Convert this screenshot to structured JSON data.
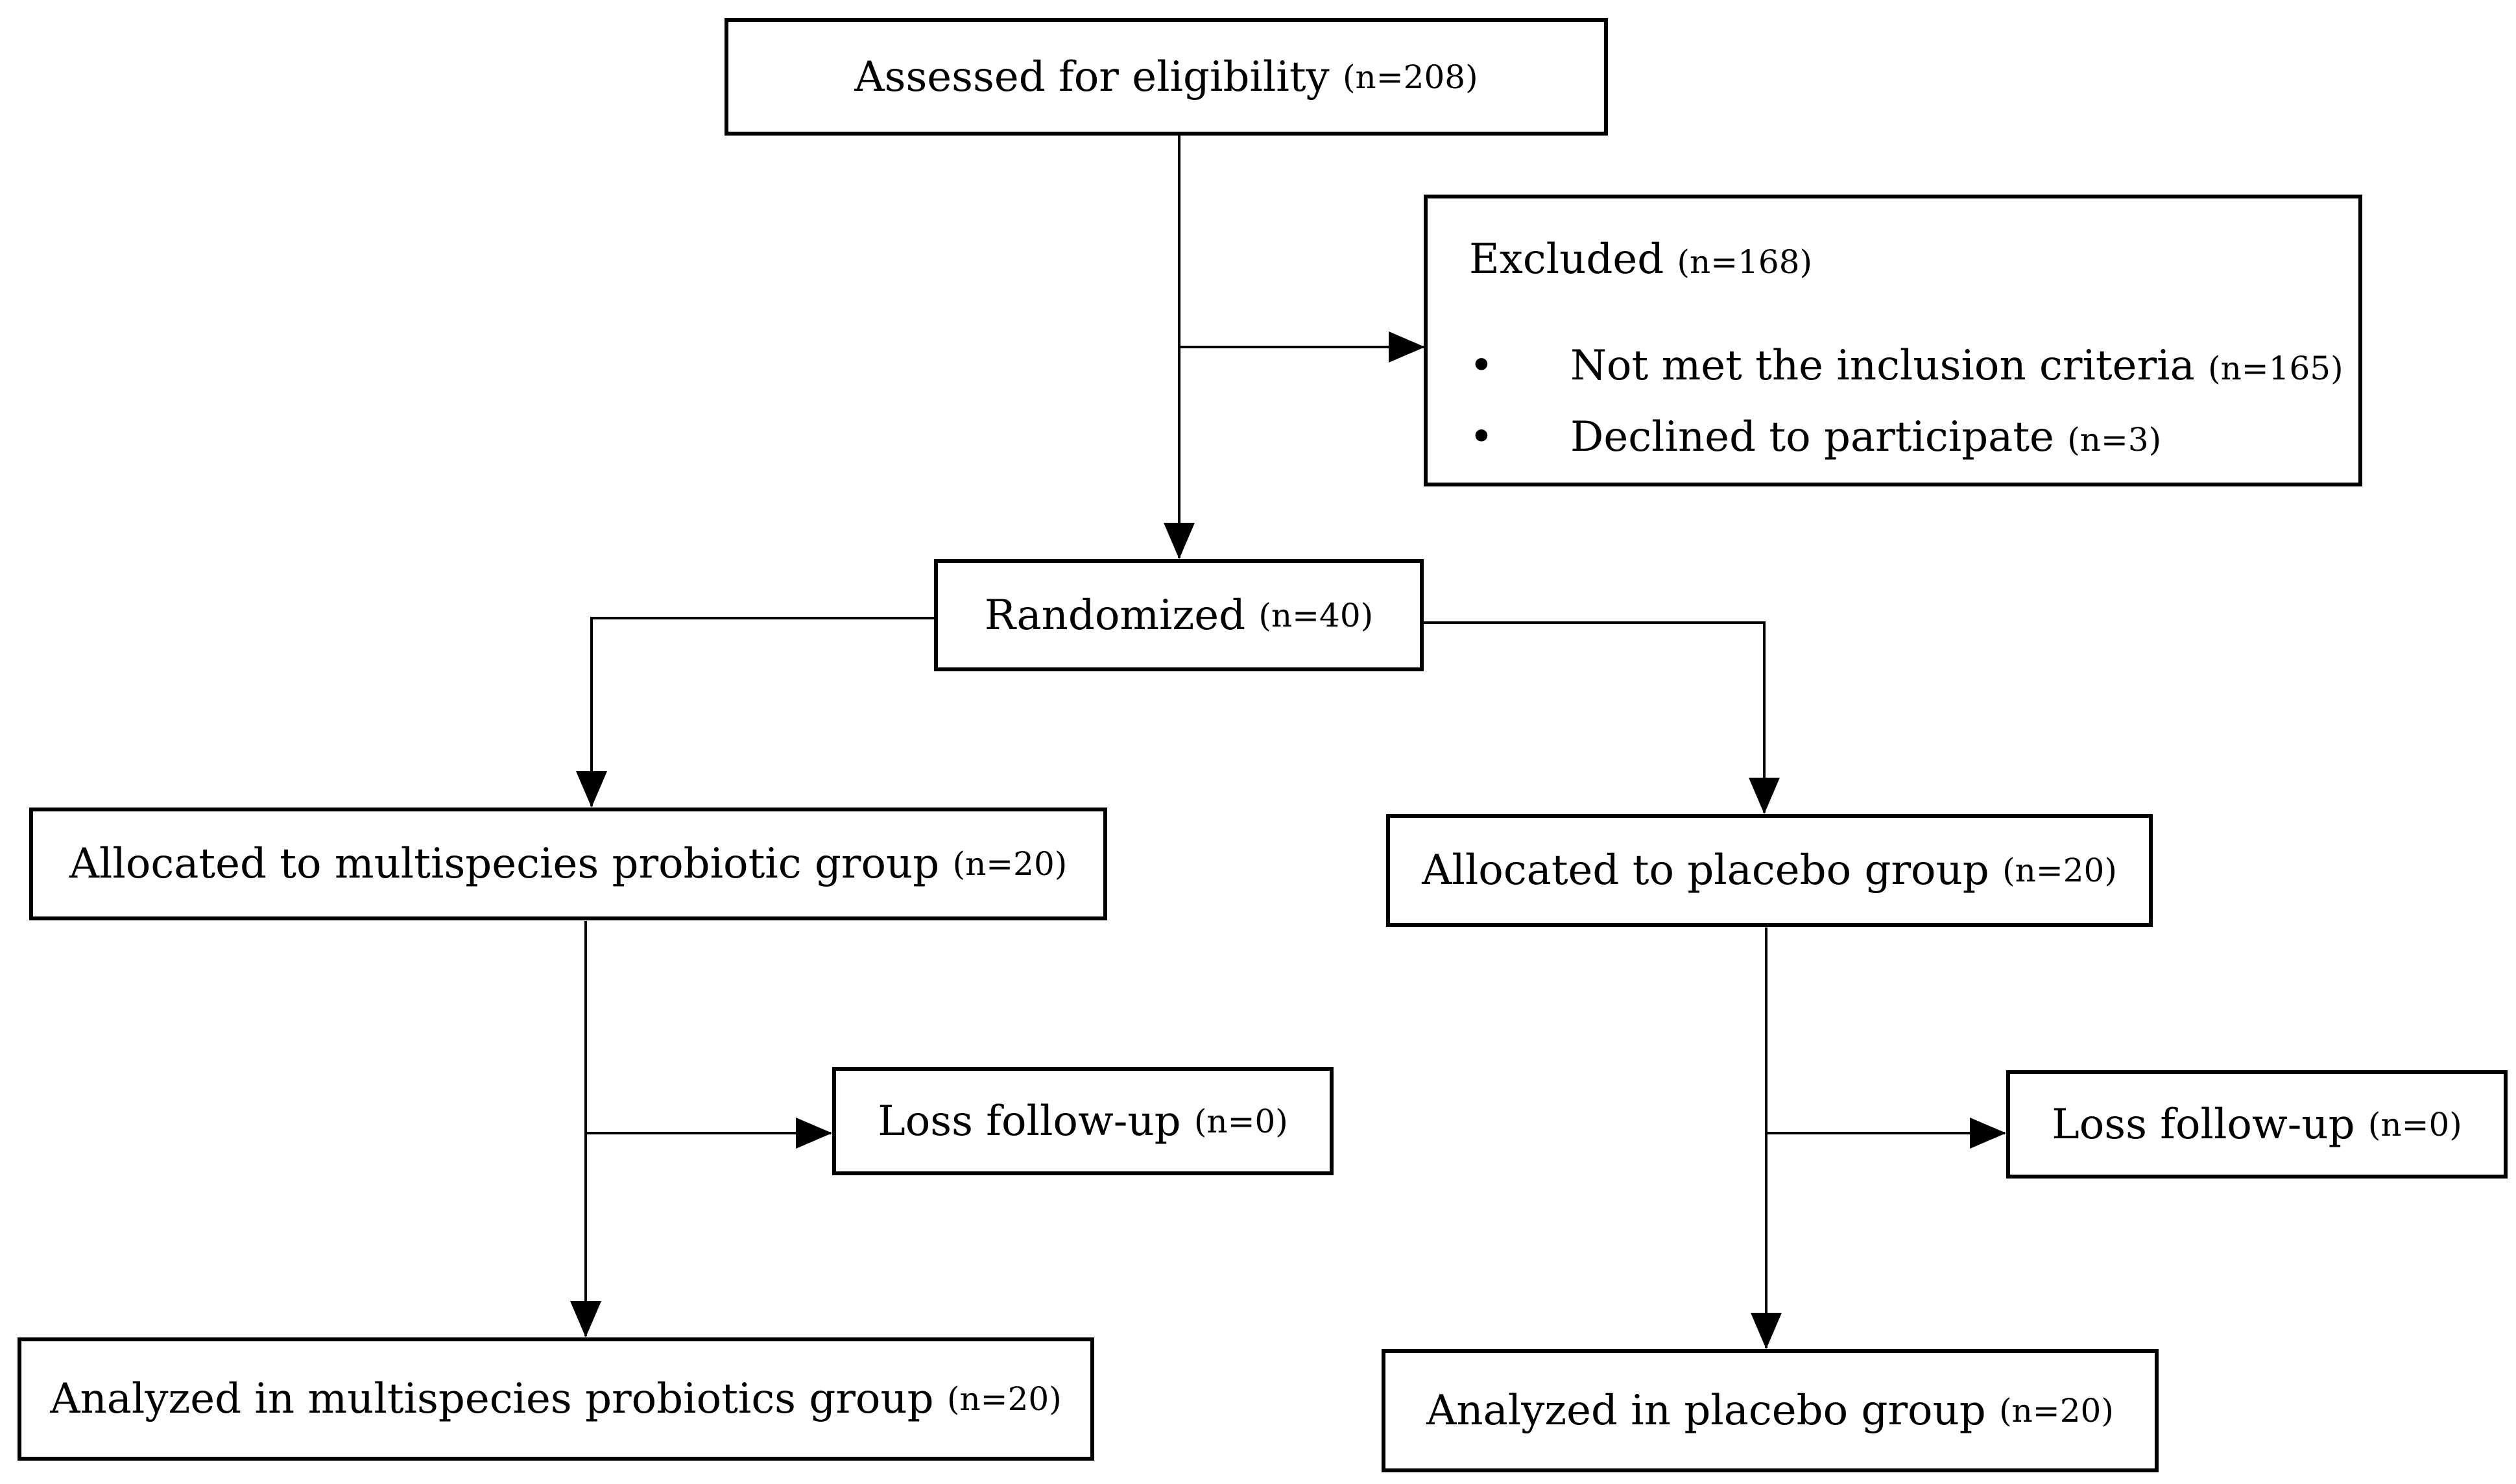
{
  "boxes": {
    "assessed": {
      "label": "Assessed for eligibility",
      "n": "(n=208)"
    },
    "excluded": {
      "label": "Excluded",
      "n": "(n=168)",
      "reasons": [
        {
          "bullet": "•",
          "label": "Not met the inclusion criteria",
          "n": "(n=165)"
        },
        {
          "bullet": "•",
          "label": "Declined to participate",
          "n": "(n=3)"
        }
      ]
    },
    "randomized": {
      "label": "Randomized",
      "n": "(n=40)"
    },
    "alloc_probiotic": {
      "label": "Allocated to multispecies probiotic group",
      "n": "(n=20)"
    },
    "alloc_placebo": {
      "label": "Allocated to placebo group",
      "n": "(n=20)"
    },
    "loss_probiotic": {
      "label": "Loss follow-up",
      "n": "(n=0)"
    },
    "loss_placebo": {
      "label": "Loss follow-up",
      "n": "(n=0)"
    },
    "analyzed_probiotic": {
      "label": "Analyzed in multispecies probiotics group",
      "n": "(n=20)"
    },
    "analyzed_placebo": {
      "label": "Analyzed in placebo group",
      "n": "(n=20)"
    }
  }
}
